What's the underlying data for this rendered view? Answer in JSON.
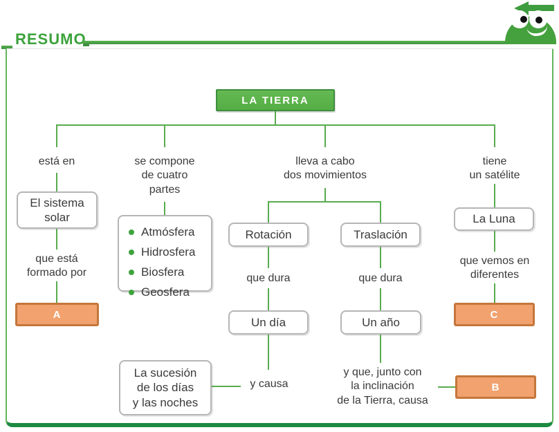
{
  "header": {
    "title": "RESUMO"
  },
  "icons": {
    "mascot": "frog-mascot-looking-left",
    "mascot_arrow": "back-arrow-left"
  },
  "colors": {
    "accent_green": "#4CA546",
    "dark_green": "#1D8A42",
    "orange_fill": "#F1A26F",
    "orange_border": "#C4763B",
    "text": "#3A3A3A"
  },
  "diagram": {
    "root": "LA TIERRA",
    "solar": {
      "edge_top": "está en",
      "node": "El sistema\nsolar",
      "edge_bottom": "que está\nformado por",
      "answer": "A"
    },
    "composition": {
      "edge_top": "se compone\nde cuatro\npartes",
      "items": [
        "Atmósfera",
        "Hidrosfera",
        "Biosfera",
        "Geosfera"
      ]
    },
    "movements": {
      "edge_top": "lleva a cabo\ndos movimientos",
      "rotation": {
        "node": "Rotación",
        "edge_duration": "que dura",
        "duration": "Un día",
        "edge_cause": "y causa",
        "result": "La sucesión\nde los días\ny las noches"
      },
      "translation": {
        "node": "Traslación",
        "edge_duration": "que dura",
        "duration": "Un año",
        "edge_cause": "y que, junto con\nla inclinación\nde la Tierra, causa",
        "answer": "B"
      }
    },
    "satellite": {
      "edge_top": "tiene\nun satélite",
      "node": "La Luna",
      "edge_bottom": "que vemos en\ndiferentes",
      "answer": "C"
    }
  }
}
